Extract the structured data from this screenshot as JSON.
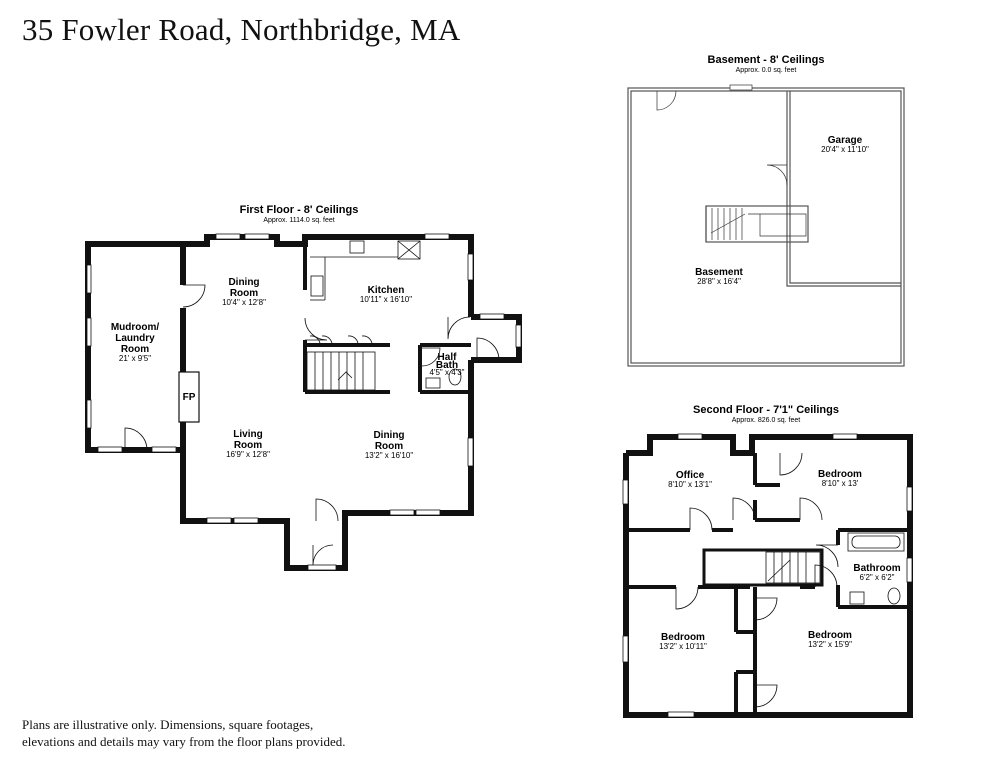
{
  "title": "35 Fowler Road, Northbridge, MA",
  "disclaimer": {
    "line1": "Plans are illustrative only. Dimensions, square footages,",
    "line2": "elevations and details may vary from the floor plans provided."
  },
  "floors": {
    "first": {
      "title": "First Floor - 8' Ceilings",
      "sqft": "Approx. 1114.0 sq. feet",
      "rooms": {
        "mudroom": {
          "l1": "Mudroom/",
          "l2": "Laundry",
          "l3": "Room",
          "dim": "21' x 9'5\""
        },
        "dining_small": {
          "l1": "Dining",
          "l2": "Room",
          "dim": "10'4\" x 12'8\""
        },
        "kitchen": {
          "l1": "Kitchen",
          "dim": "10'11\" x 16'10\""
        },
        "half_bath": {
          "l1": "Half",
          "l2": "Bath",
          "dim": "4'5\" x 4'3\""
        },
        "fireplace": {
          "l1": "FP"
        },
        "living": {
          "l1": "Living",
          "l2": "Room",
          "dim": "16'9\" x 12'8\""
        },
        "dining_large": {
          "l1": "Dining",
          "l2": "Room",
          "dim": "13'2\" x 16'10\""
        }
      }
    },
    "basement": {
      "title": "Basement - 8' Ceilings",
      "sqft": "Approx. 0.0 sq. feet",
      "rooms": {
        "garage": {
          "l1": "Garage",
          "dim": "20'4\" x 11'10\""
        },
        "basement": {
          "l1": "Basement",
          "dim": "28'8\" x 16'4\""
        }
      }
    },
    "second": {
      "title": "Second Floor - 7'1\" Ceilings",
      "sqft": "Approx. 826.0 sq. feet",
      "rooms": {
        "office": {
          "l1": "Office",
          "dim": "8'10\" x 13'1\""
        },
        "bedroom_ne": {
          "l1": "Bedroom",
          "dim": "8'10\" x 13'"
        },
        "bathroom": {
          "l1": "Bathroom",
          "dim": "6'2\" x 6'2\""
        },
        "bedroom_sw": {
          "l1": "Bedroom",
          "dim": "13'2\" x 10'11\""
        },
        "bedroom_se": {
          "l1": "Bedroom",
          "dim": "13'2\" x 15'9\""
        }
      }
    }
  }
}
